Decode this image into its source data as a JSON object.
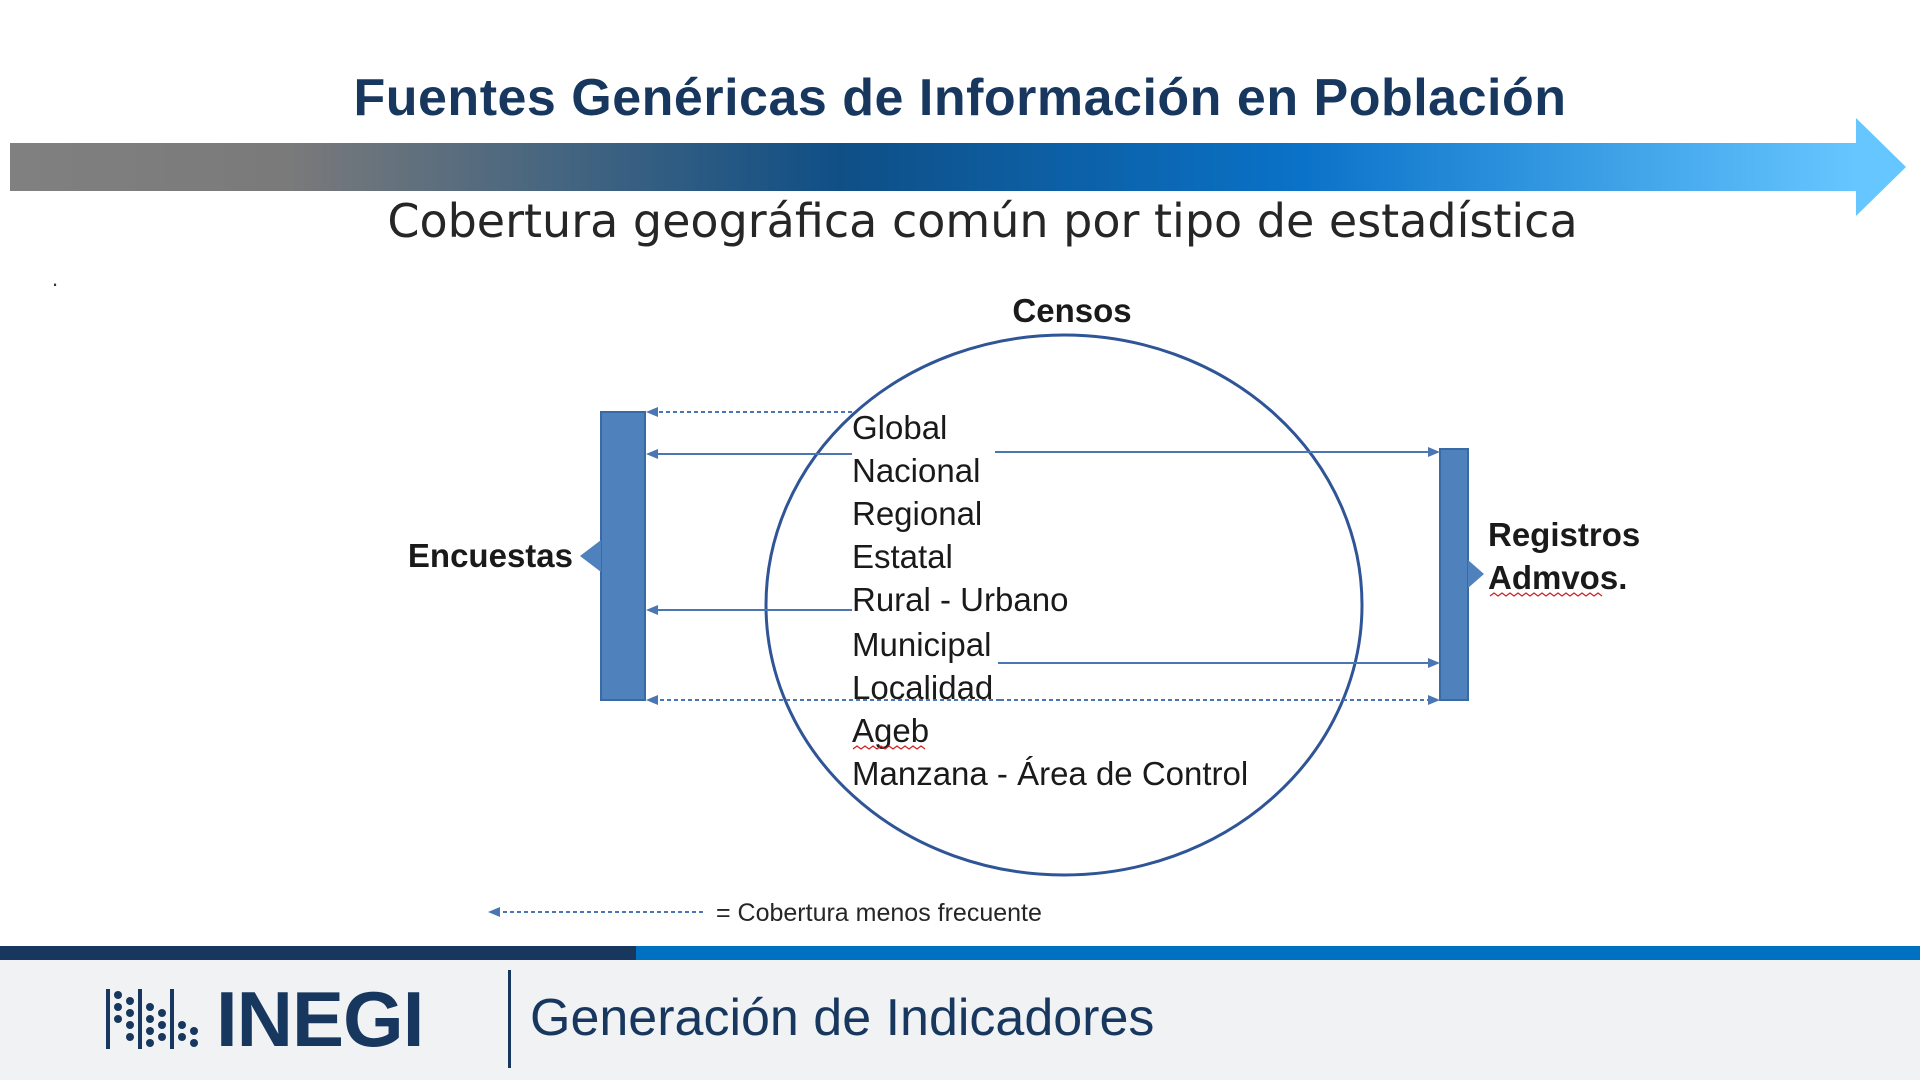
{
  "header": {
    "title": "Fuentes Genéricas de Información en Población",
    "subtitle": "Cobertura geográfica común por tipo de estadística",
    "mark": "."
  },
  "diagram": {
    "censos_label": "Censos",
    "encuestas_label": "Encuestas",
    "registros_label_1": "Registros",
    "registros_label_2": "Admvos.",
    "levels": [
      "Global",
      "Nacional",
      "Regional",
      "Estatal",
      "Rural - Urbano",
      "Municipal",
      "Localidad",
      "Ageb",
      "Manzana - Área de Control"
    ],
    "legend_text": "= Cobertura menos frecuente"
  },
  "footer": {
    "org": "INEGI",
    "section": "Generación de Indicadores"
  },
  "colors": {
    "title": "#17375e",
    "arrow_start": "#808080",
    "arrow_mid": "#0f4f86",
    "arrow_end": "#66c6ff",
    "bar_fill": "#4f81bd",
    "circle": "#2f5597",
    "line": "#4a77b4"
  }
}
